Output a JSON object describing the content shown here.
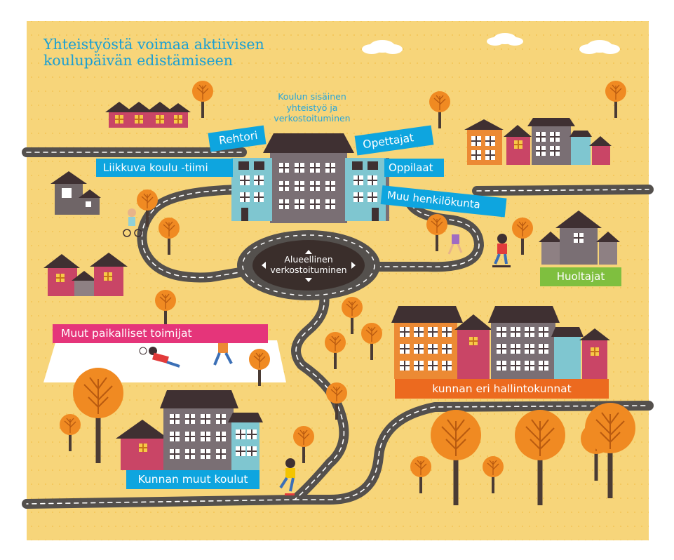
{
  "title": {
    "line1": "Yhteistyöstä voimaa aktiivisen",
    "line2": "koulupäivän edistämiseen"
  },
  "center": {
    "line1": "Koulun sisäinen",
    "line2": "yhteistyö ja",
    "line3": "verkostoituminen"
  },
  "labels": {
    "rehtori": "Rehtori",
    "opettajat": "Opettajat",
    "liikkuva": "Liikkuva koulu -tiimi",
    "oppilaat": "Oppilaat",
    "muu_henkilokunta": "Muu henkilökunta",
    "huoltajat": "Huoltajat",
    "muut_paikalliset": "Muut paikalliset toimijat",
    "kunnan_hallintokunnat": "kunnan eri hallintokunnat",
    "kunnan_muut_koulut": "Kunnan muut koulut"
  },
  "roundabout": {
    "line1": "Alueellinen",
    "line2": "verkostoituminen"
  },
  "colors": {
    "background": "#f7d57a",
    "road": "#54504d",
    "blue_label": "#0ea5df",
    "green_label": "#7fbf3f",
    "pink_label": "#e5357a",
    "orange_label": "#ec6a1f",
    "title": "#1a9fd4"
  }
}
